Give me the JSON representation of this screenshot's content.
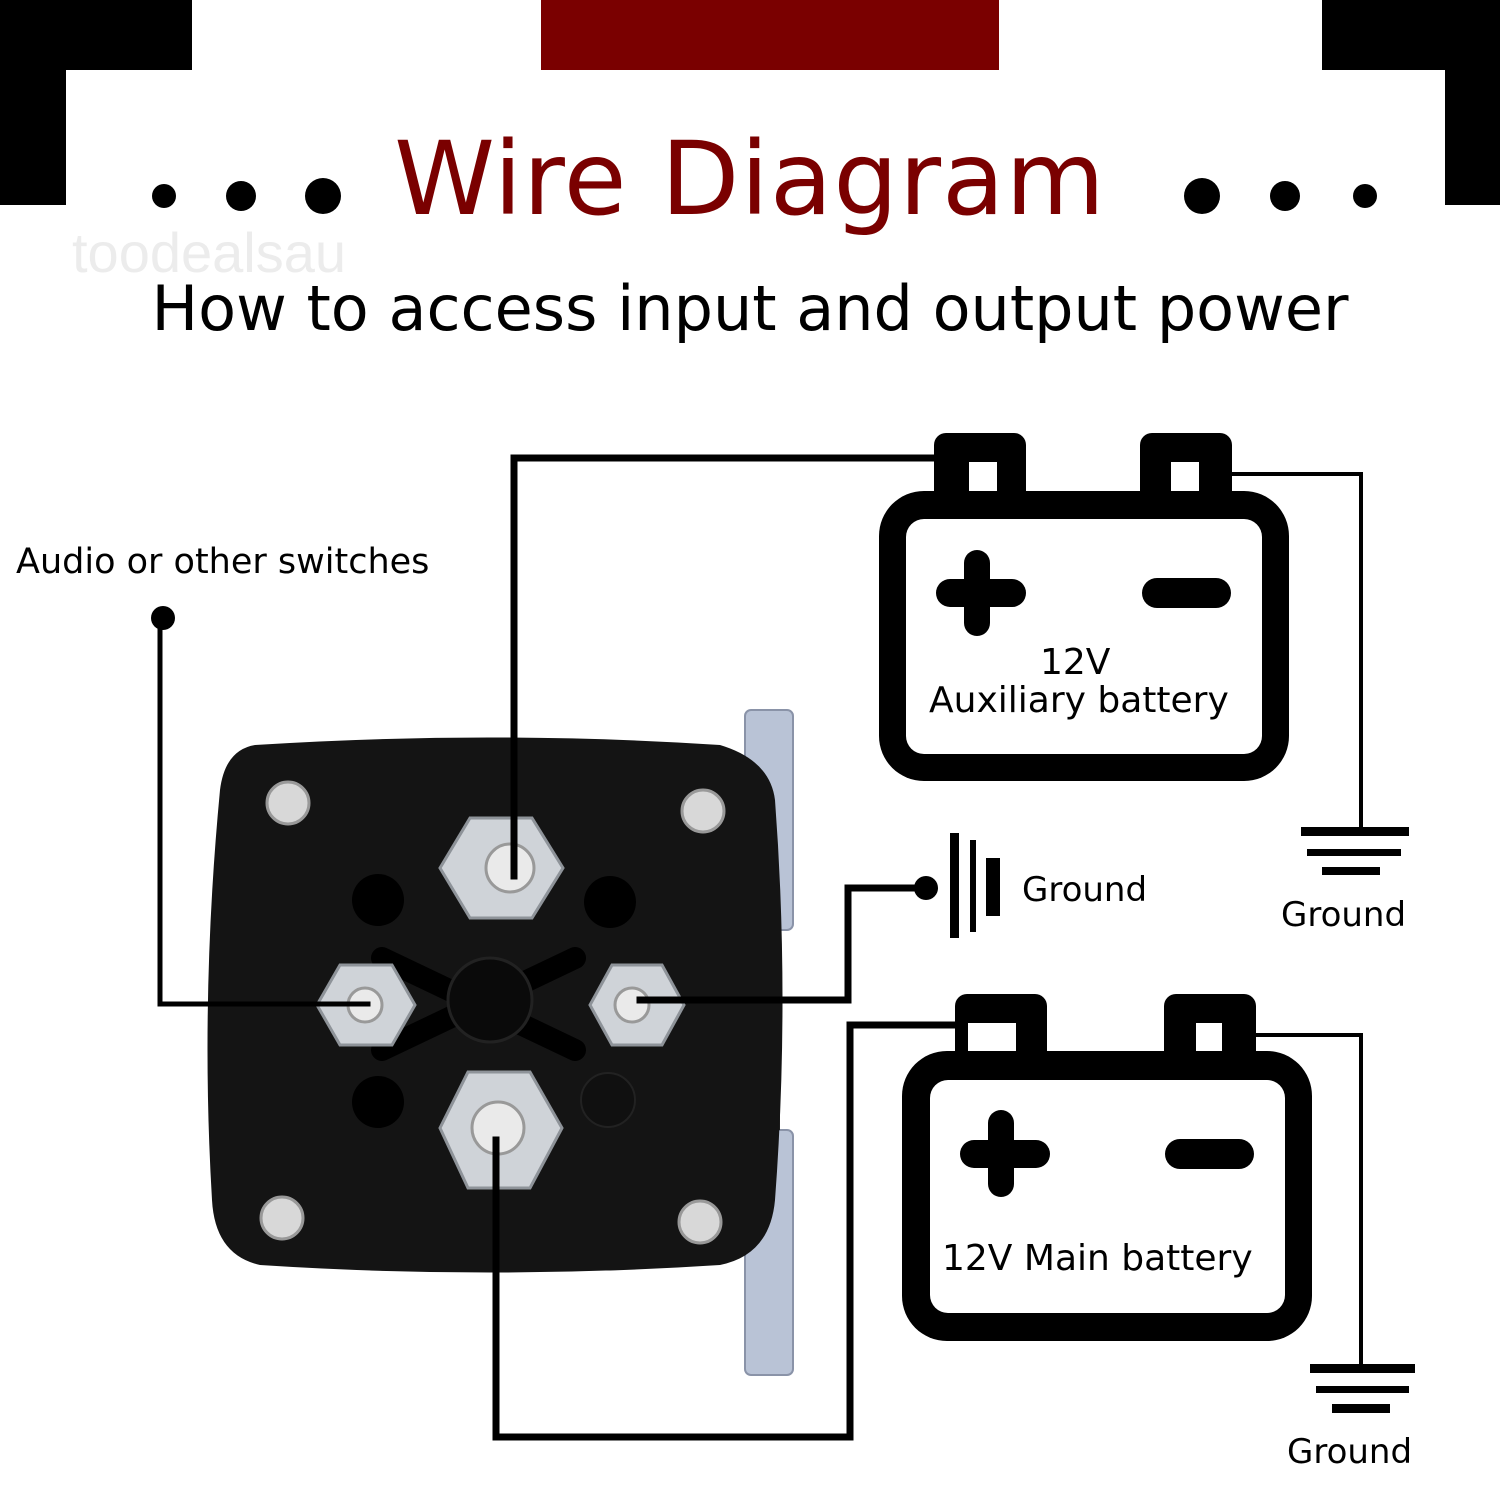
{
  "header": {
    "title": "Wire Diagram",
    "subtitle": "How to access input and output power",
    "watermark": "toodealsau",
    "accent_color": "#7a0000"
  },
  "diagram": {
    "switch_label": "Audio or other switches",
    "aux_battery": {
      "voltage": "12V",
      "name": "Auxiliary battery",
      "plus": "+",
      "minus": "−"
    },
    "main_battery": {
      "label": "12V Main battery",
      "plus": "+",
      "minus": "−"
    },
    "ground_labels": [
      "Ground",
      "Ground",
      "Ground"
    ],
    "component": "battery isolator relay (4 terminals)"
  }
}
